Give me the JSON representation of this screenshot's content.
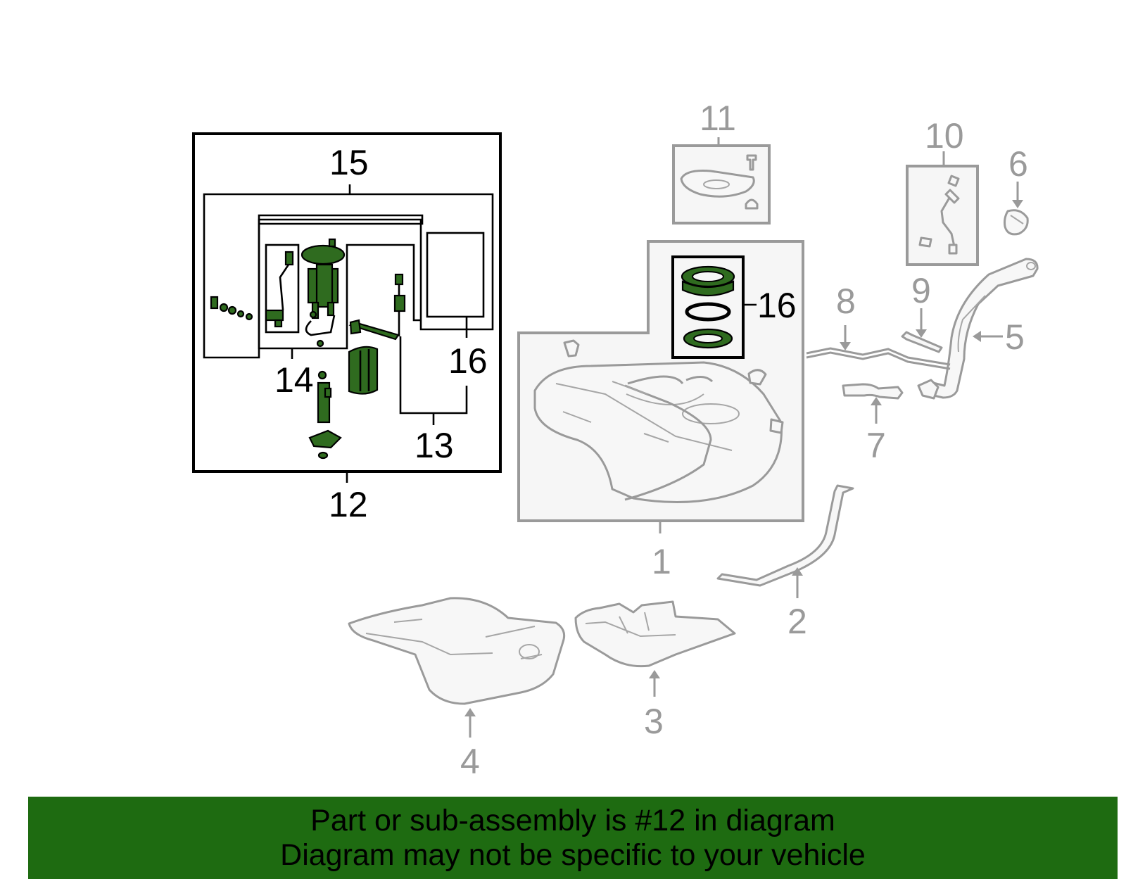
{
  "diagram": {
    "callouts": {
      "c1": "1",
      "c2": "2",
      "c3": "3",
      "c4": "4",
      "c5": "5",
      "c6": "6",
      "c7": "7",
      "c8": "8",
      "c9": "9",
      "c10": "10",
      "c11": "11",
      "c12": "12",
      "c13": "13",
      "c14": "14",
      "c15": "15",
      "c16a": "16",
      "c16b": "16"
    },
    "colors": {
      "highlight_part": "#2f6b1f",
      "other_part": "#9a9a9a",
      "footer_bg": "#1e6b11"
    }
  },
  "footer": {
    "line1": "Part or sub-assembly is #12 in diagram",
    "line2": "Diagram may not be specific to your vehicle"
  }
}
